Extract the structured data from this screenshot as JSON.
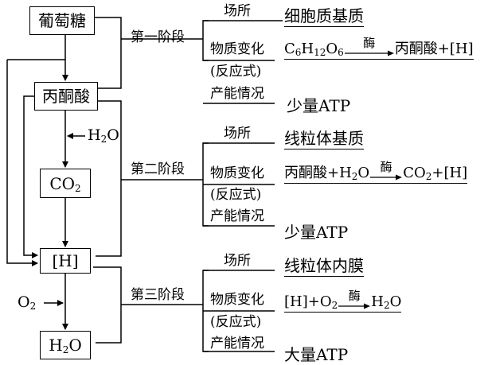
{
  "nodes": {
    "glucose": "葡萄糖",
    "pyruvate": "丙酮酸",
    "co2": {
      "main": "CO",
      "sub": "2"
    },
    "nadh": "[H]",
    "h2o_product": {
      "main": "H",
      "sub": "2",
      "tail": "O"
    }
  },
  "inputs": {
    "h2o_in": {
      "main": "H",
      "sub": "2",
      "tail": "O"
    },
    "o2_in": {
      "main": "O",
      "sub": "2"
    }
  },
  "labels": {
    "location": "场所",
    "material_change": "物质变化",
    "equation": "(反应式)",
    "energy": "产能情况"
  },
  "stages": [
    {
      "name": "第一阶段",
      "location": "细胞质基质",
      "equation": {
        "reactant_parts": [
          {
            "t": "C"
          },
          {
            "s": "6"
          },
          {
            "t": "H"
          },
          {
            "s": "12"
          },
          {
            "t": "O"
          },
          {
            "s": "6"
          }
        ],
        "enzyme": "酶",
        "product_parts": [
          {
            "t": "丙酮酸+[H]"
          }
        ]
      },
      "energy": "少量ATP"
    },
    {
      "name": "第二阶段",
      "location": "线粒体基质",
      "equation": {
        "reactant_parts": [
          {
            "t": "丙酮酸+H"
          },
          {
            "s": "2"
          },
          {
            "t": "O"
          }
        ],
        "enzyme": "酶",
        "product_parts": [
          {
            "t": "CO"
          },
          {
            "s": "2"
          },
          {
            "t": "+[H]"
          }
        ]
      },
      "energy": "少量ATP"
    },
    {
      "name": "第三阶段",
      "location": "线粒体内膜",
      "equation": {
        "reactant_parts": [
          {
            "t": "[H]+O"
          },
          {
            "s": "2"
          }
        ],
        "enzyme": "酶",
        "product_parts": [
          {
            "t": "H"
          },
          {
            "s": "2"
          },
          {
            "t": "O"
          }
        ]
      },
      "energy": "大量ATP"
    }
  ]
}
